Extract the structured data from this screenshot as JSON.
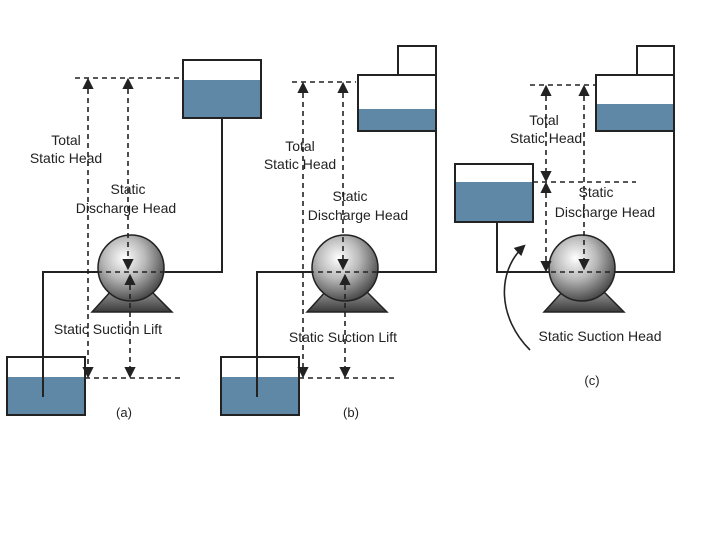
{
  "diagrams": [
    {
      "caption": "(a)",
      "labels": {
        "total_head": [
          "Total",
          "Static Head"
        ],
        "discharge_head": [
          "Static",
          "Discharge Head"
        ],
        "suction": "Static Suction Lift"
      }
    },
    {
      "caption": "(b)",
      "labels": {
        "total_head": [
          "Total",
          "Static Head"
        ],
        "discharge_head": [
          "Static",
          "Discharge Head"
        ],
        "suction": "Static Suction Lift"
      }
    },
    {
      "caption": "(c)",
      "labels": {
        "total_head": [
          "Total",
          "Static Head"
        ],
        "discharge_head": [
          "Static",
          "Discharge Head"
        ],
        "suction": "Static Suction Head"
      }
    }
  ],
  "colors": {
    "water": "#5f87a6",
    "line": "#222222",
    "background": "#ffffff"
  }
}
